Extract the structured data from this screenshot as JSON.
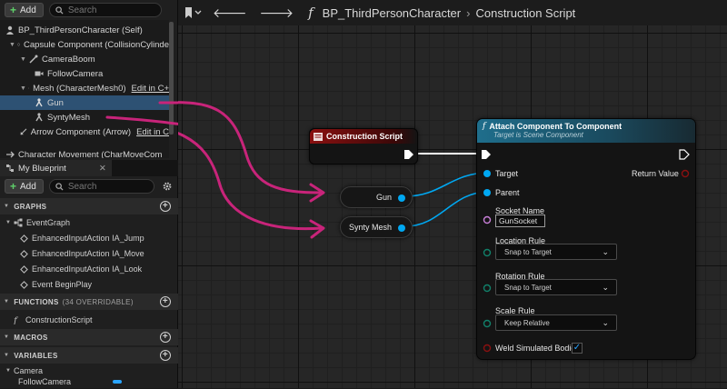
{
  "components_panel": {
    "add_label": "Add",
    "search_placeholder": "Search",
    "items": [
      {
        "label": "BP_ThirdPersonCharacter (Self)"
      },
      {
        "label": "Capsule Component (CollisionCylinde"
      },
      {
        "label": "CameraBoom"
      },
      {
        "label": "FollowCamera"
      },
      {
        "label": "Mesh (CharacterMesh0)",
        "edit": "Edit in C+"
      },
      {
        "label": "Gun"
      },
      {
        "label": "SyntyMesh"
      },
      {
        "label": "Arrow Component (Arrow)",
        "edit": "Edit in C"
      },
      {
        "label": "Character Movement (CharMoveCom"
      }
    ]
  },
  "my_blueprint": {
    "tab_label": "My Blueprint",
    "close": "✕",
    "add_label": "Add",
    "search_placeholder": "Search",
    "graphs_header": "GRAPHS",
    "event_graph": "EventGraph",
    "graph_items": [
      "EnhancedInputAction IA_Jump",
      "EnhancedInputAction IA_Move",
      "EnhancedInputAction IA_Look",
      "Event BeginPlay"
    ],
    "functions_header": "FUNCTIONS",
    "functions_sub": "(34 OVERRIDABLE)",
    "function_items": [
      "ConstructionScript"
    ],
    "macros_header": "MACROS",
    "variables_header": "VARIABLES",
    "var_category": "Camera",
    "var_items": [
      "FollowCamera"
    ]
  },
  "graph": {
    "breadcrumb_root": "BP_ThirdPersonCharacter",
    "breadcrumb_sep": "›",
    "breadcrumb_leaf": "Construction Script",
    "construction_node_title": "Construction Script",
    "var_nodes": [
      "Gun",
      "Synty Mesh"
    ],
    "attach_node": {
      "title": "Attach Component To Component",
      "subtitle": "Target is Scene Component",
      "target": "Target",
      "parent": "Parent",
      "return_value": "Return Value",
      "socket_name_label": "Socket Name",
      "socket_name_value": "GunSocket",
      "location_rule_label": "Location Rule",
      "location_rule_value": "Snap to Target",
      "rotation_rule_label": "Rotation Rule",
      "rotation_rule_value": "Snap to Target",
      "scale_rule_label": "Scale Rule",
      "scale_rule_value": "Keep Relative",
      "weld_label": "Weld Simulated Bodies",
      "weld_checked": true
    }
  },
  "colors": {
    "selection": "#2d5173",
    "object_pin": "#00a8f2",
    "exec_header": "#1f6e8c",
    "event_header": "#8a1010",
    "annotation": "#c8247a"
  }
}
